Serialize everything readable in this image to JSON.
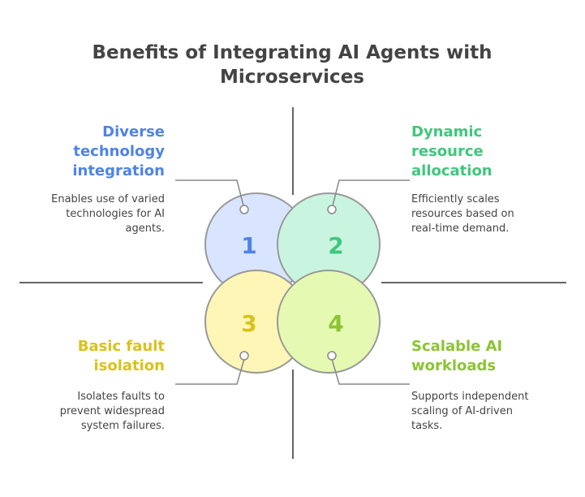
{
  "title": {
    "line1": "Benefits of Integrating AI Agents with",
    "line2": "Microservices"
  },
  "benefits": [
    {
      "number": "1",
      "heading": [
        "Diverse",
        "technology",
        "integration"
      ],
      "description": [
        "Enables use of varied",
        "technologies for AI",
        "agents."
      ],
      "color": "#4f83e6",
      "fill": "#d9e5ff"
    },
    {
      "number": "2",
      "heading": [
        "Dynamic",
        "resource",
        "allocation"
      ],
      "description": [
        "Efficiently scales",
        "resources based on",
        "real-time demand."
      ],
      "color": "#3fc77c",
      "fill": "#c9f5e0"
    },
    {
      "number": "3",
      "heading": [
        "Basic fault",
        "isolation"
      ],
      "description": [
        "Isolates faults to",
        "prevent widespread",
        "system failures."
      ],
      "color": "#d9c21c",
      "fill": "#fdf6b6"
    },
    {
      "number": "4",
      "heading": [
        "Scalable AI",
        "workloads"
      ],
      "description": [
        "Supports independent",
        "scaling of AI-driven",
        "tasks."
      ],
      "color": "#8cc432",
      "fill": "#e6f9b3"
    }
  ],
  "colors": {
    "divider": "#333333",
    "circle_stroke": "#999999",
    "connector": "#888888"
  }
}
